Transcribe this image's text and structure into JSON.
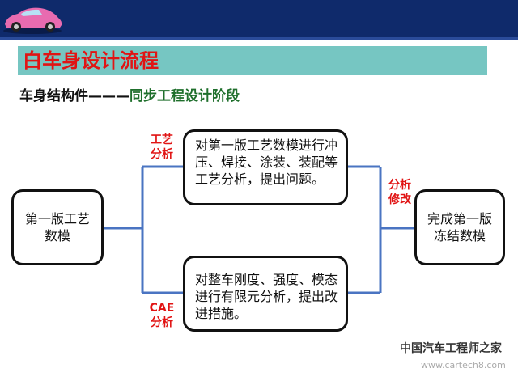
{
  "slide": {
    "title": "白车身设计流程",
    "subtitle_part1": "车身结构件———",
    "subtitle_part2": "同步工程设计阶段"
  },
  "diagram": {
    "start_node": "第一版工艺\n数模",
    "upper_node": "对第一版工艺数模进行冲压、焊接、涂装、装配等工艺分析，提出问题。",
    "lower_node": "对整车刚度、强度、模态进行有限元分析，提出改进措施。",
    "end_node": "完成第一版\n冻结数模",
    "label_process": "工艺\n分析",
    "label_cae": "CAE\n分析",
    "label_revise": "分析\n修改"
  },
  "watermark": {
    "line1": "中国汽车工程师之家",
    "line2": "www.cartech8.com"
  },
  "colors": {
    "header": "#0f2a6b",
    "title_band": "#76c6c2",
    "title_text": "#e11414",
    "connector": "#4a74c2",
    "subtitle_accent": "#1f6f2c"
  }
}
